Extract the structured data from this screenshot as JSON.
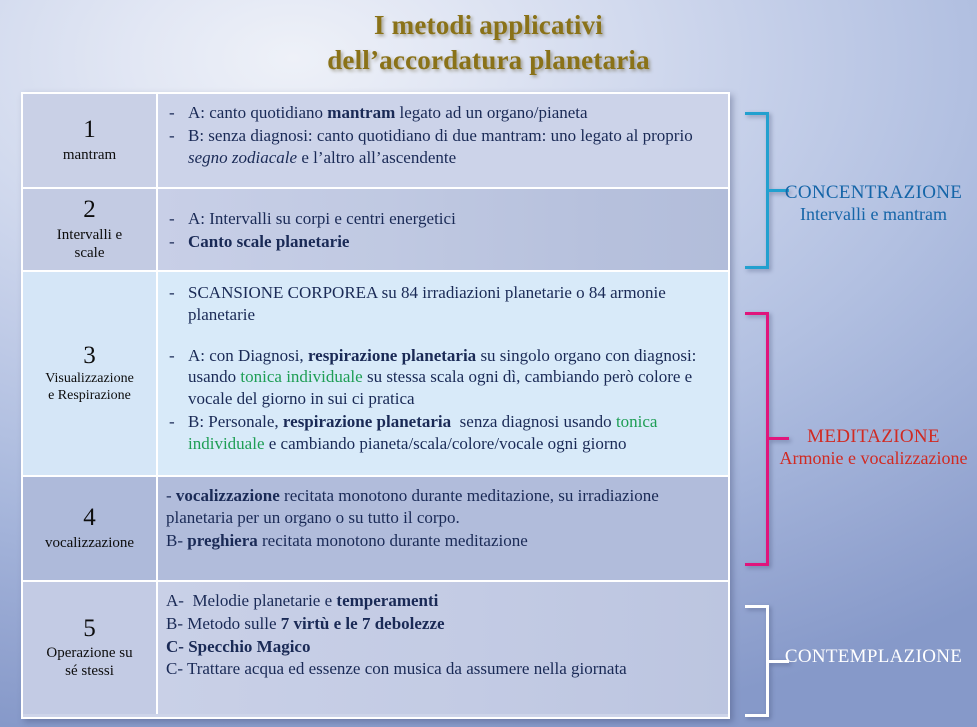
{
  "title": {
    "line1": "I metodi applicativi",
    "line2": "dell’accordatura planetaria",
    "color": "#8a7218"
  },
  "table": {
    "rows": [
      {
        "number": "1",
        "label": "mantram",
        "items": [
          {
            "bullet": "-",
            "parts": [
              {
                "text": "A: canto quotidiano ",
                "style": "normal"
              },
              {
                "text": "mantram",
                "style": "bold"
              },
              {
                "text": " legato ad un organo/pianeta",
                "style": "normal"
              }
            ]
          },
          {
            "bullet": "-",
            "parts": [
              {
                "text": "B: senza diagnosi: canto quotidiano di due mantram: uno legato al proprio ",
                "style": "normal"
              },
              {
                "text": "segno zodiacale",
                "style": "italic"
              },
              {
                "text": " e l’altro all’ascendente",
                "style": "normal"
              }
            ]
          }
        ]
      },
      {
        "number": "2",
        "label": "Intervalli e scale",
        "items": [
          {
            "bullet": "-",
            "parts": [
              {
                "text": "A: Intervalli su corpi e centri energetici",
                "style": "normal"
              }
            ]
          },
          {
            "bullet": "-",
            "parts": [
              {
                "text": "Canto scale planetarie",
                "style": "bold"
              }
            ]
          }
        ]
      },
      {
        "number": "3",
        "label": "Visualizzazione e Respirazione",
        "items": [
          {
            "bullet": "-",
            "parts": [
              {
                "text": "SCANSIONE CORPOREA su 84 irradiazioni planetarie o 84 armonie planetarie",
                "style": "normal"
              }
            ]
          },
          {
            "bullet": "-",
            "parts": [
              {
                "text": "A: con Diagnosi, ",
                "style": "normal"
              },
              {
                "text": "respirazione planetaria",
                "style": "bold"
              },
              {
                "text": " su singolo organo con diagnosi: usando ",
                "style": "normal"
              },
              {
                "text": "tonica individuale",
                "style": "green"
              },
              {
                "text": " su stessa scala ogni dì, cambiando però colore e vocale del giorno in sui ci pratica",
                "style": "normal"
              }
            ]
          },
          {
            "bullet": "-",
            "parts": [
              {
                "text": "B: Personale, ",
                "style": "normal"
              },
              {
                "text": "respirazione planetaria",
                "style": "bold"
              },
              {
                "text": "  senza diagnosi usando ",
                "style": "normal"
              },
              {
                "text": "tonica individuale",
                "style": "green"
              },
              {
                "text": " e cambiando pianeta/scala/colore/vocale ogni giorno",
                "style": "normal"
              }
            ]
          }
        ]
      },
      {
        "number": "4",
        "label": "vocalizzazione",
        "lines": [
          [
            {
              "text": "- ",
              "style": "normal"
            },
            {
              "text": "vocalizzazione",
              "style": "bold"
            },
            {
              "text": " recitata monotono durante meditazione, su irradiazione planetaria per un organo o su tutto il corpo.",
              "style": "normal"
            }
          ],
          [
            {
              "text": "B- ",
              "style": "normal"
            },
            {
              "text": "preghiera",
              "style": "bold"
            },
            {
              "text": " recitata monotono durante meditazione",
              "style": "normal"
            }
          ]
        ]
      },
      {
        "number": "5",
        "label": "Operazione su sé stessi",
        "lines": [
          [
            {
              "text": "A-  Melodie planetarie e ",
              "style": "normal"
            },
            {
              "text": "temperamenti",
              "style": "bold"
            }
          ],
          [
            {
              "text": "B- Metodo sulle ",
              "style": "normal"
            },
            {
              "text": "7 virtù e le 7 debolezze",
              "style": "bold"
            }
          ],
          [
            {
              "text": "C- Specchio Magico",
              "style": "bold"
            }
          ],
          [
            {
              "text": "C- Trattare acqua ed essenze con musica da assumere nella giornata",
              "style": "normal"
            }
          ]
        ]
      }
    ]
  },
  "groups": [
    {
      "name": "concentrazione",
      "line1": "CONCENTRAZIONE",
      "line2": "Intervalli e mantram",
      "bracket_color": "#22A0CF",
      "text_color": "#1565a8"
    },
    {
      "name": "meditazione",
      "line1": "MEDITAZIONE",
      "line2": "Armonie e vocalizzazione",
      "bracket_color": "#E0157C",
      "text_color": "#d12a22"
    },
    {
      "name": "contemplazione",
      "line1": "CONTEMPLAZIONE",
      "line2": "",
      "bracket_color": "#ffffff",
      "text_color": "#ffffff"
    }
  ]
}
